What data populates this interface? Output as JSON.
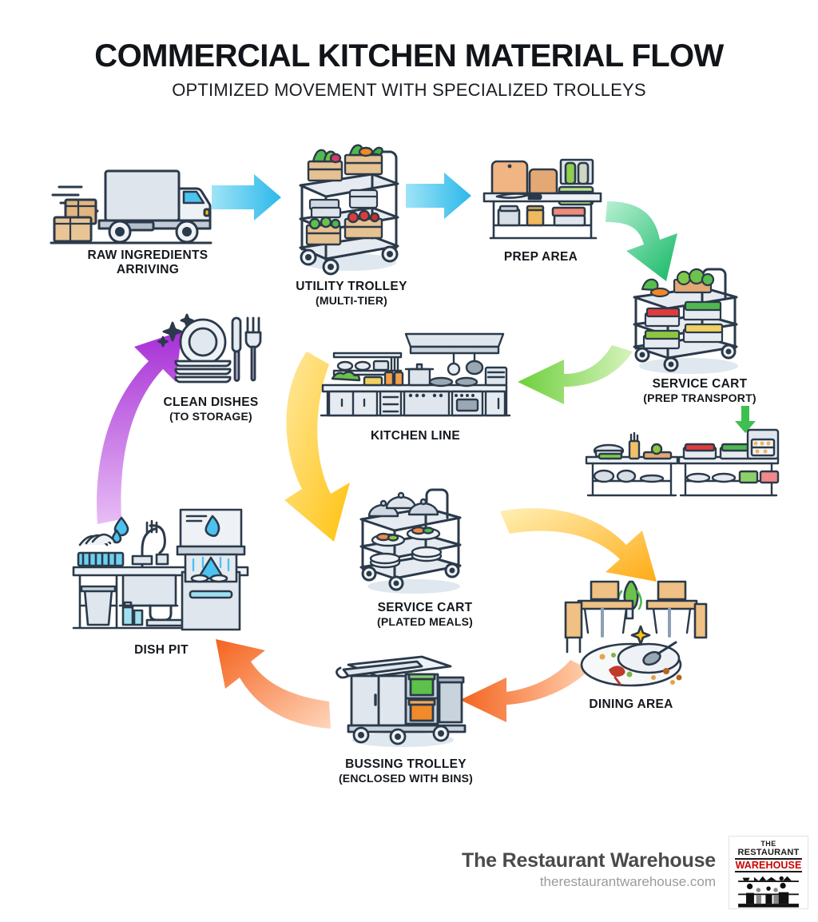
{
  "header": {
    "title": "COMMERCIAL KITCHEN MATERIAL FLOW",
    "subtitle": "OPTIMIZED MOVEMENT WITH SPECIALIZED TROLLEYS"
  },
  "nodes": [
    {
      "id": "raw-ingredients",
      "line1": "RAW INGREDIENTS",
      "line2": "ARRIVING"
    },
    {
      "id": "utility-trolley",
      "line1": "UTILITY TROLLEY",
      "line2": "(MULTI-TIER)"
    },
    {
      "id": "prep-area",
      "line1": "PREP AREA",
      "line2": ""
    },
    {
      "id": "service-cart-prep",
      "line1": "SERVICE CART",
      "line2": "(PREP TRANSPORT)"
    },
    {
      "id": "kitchen-line",
      "line1": "KITCHEN LINE",
      "line2": ""
    },
    {
      "id": "service-cart-plated",
      "line1": "SERVICE CART",
      "line2": "(PLATED MEALS)"
    },
    {
      "id": "dining-area",
      "line1": "DINING AREA",
      "line2": ""
    },
    {
      "id": "bussing-trolley",
      "line1": "BUSSING TROLLEY",
      "line2": "(ENCLOSED WITH BINS)"
    },
    {
      "id": "dish-pit",
      "line1": "DISH PIT",
      "line2": ""
    },
    {
      "id": "clean-dishes",
      "line1": "CLEAN DISHES",
      "line2": "(TO STORAGE)"
    }
  ],
  "arrows": [
    {
      "id": "truck-to-trolley",
      "color": "#35b9e8",
      "shape": "straight-right"
    },
    {
      "id": "trolley-to-prep",
      "color": "#35b9e8",
      "shape": "straight-right"
    },
    {
      "id": "prep-to-service-cart",
      "color": "#1fbf73",
      "shape": "curve-down-right"
    },
    {
      "id": "service-cart-to-line",
      "color": "#77d44a",
      "shape": "curve-left"
    },
    {
      "id": "station-down",
      "color": "#3fbf4f",
      "shape": "short-down"
    },
    {
      "id": "line-to-plated-cart",
      "color": "#ffc412",
      "shape": "curve-down-right"
    },
    {
      "id": "plated-cart-to-dining",
      "color": "#ffb21e",
      "shape": "curve-right-down"
    },
    {
      "id": "dining-to-bussing",
      "color": "#f4631e",
      "shape": "curve-left"
    },
    {
      "id": "bussing-to-dishpit",
      "color": "#f4631e",
      "shape": "curve-up-left"
    },
    {
      "id": "dishpit-to-clean",
      "color": "#a93fd9",
      "shape": "curve-up"
    }
  ],
  "footer": {
    "brand": "The Restaurant Warehouse",
    "url": "therestaurantwarehouse.com",
    "logo": {
      "line1": "THE",
      "line2": "RESTAURANT",
      "line3": "WAREHOUSE"
    }
  },
  "colors": {
    "ink": "#2b3a4a",
    "steel_light": "#eef2f6",
    "steel_mid": "#c8d2dc",
    "steel_dark": "#9aa8b6",
    "accent_cyan": "#35b9e8",
    "accent_green": "#1fbf73",
    "accent_lime": "#77d44a",
    "accent_yellow": "#ffc412",
    "accent_orange": "#f4631e",
    "accent_purple": "#a93fd9",
    "brand_red": "#cc0000"
  }
}
